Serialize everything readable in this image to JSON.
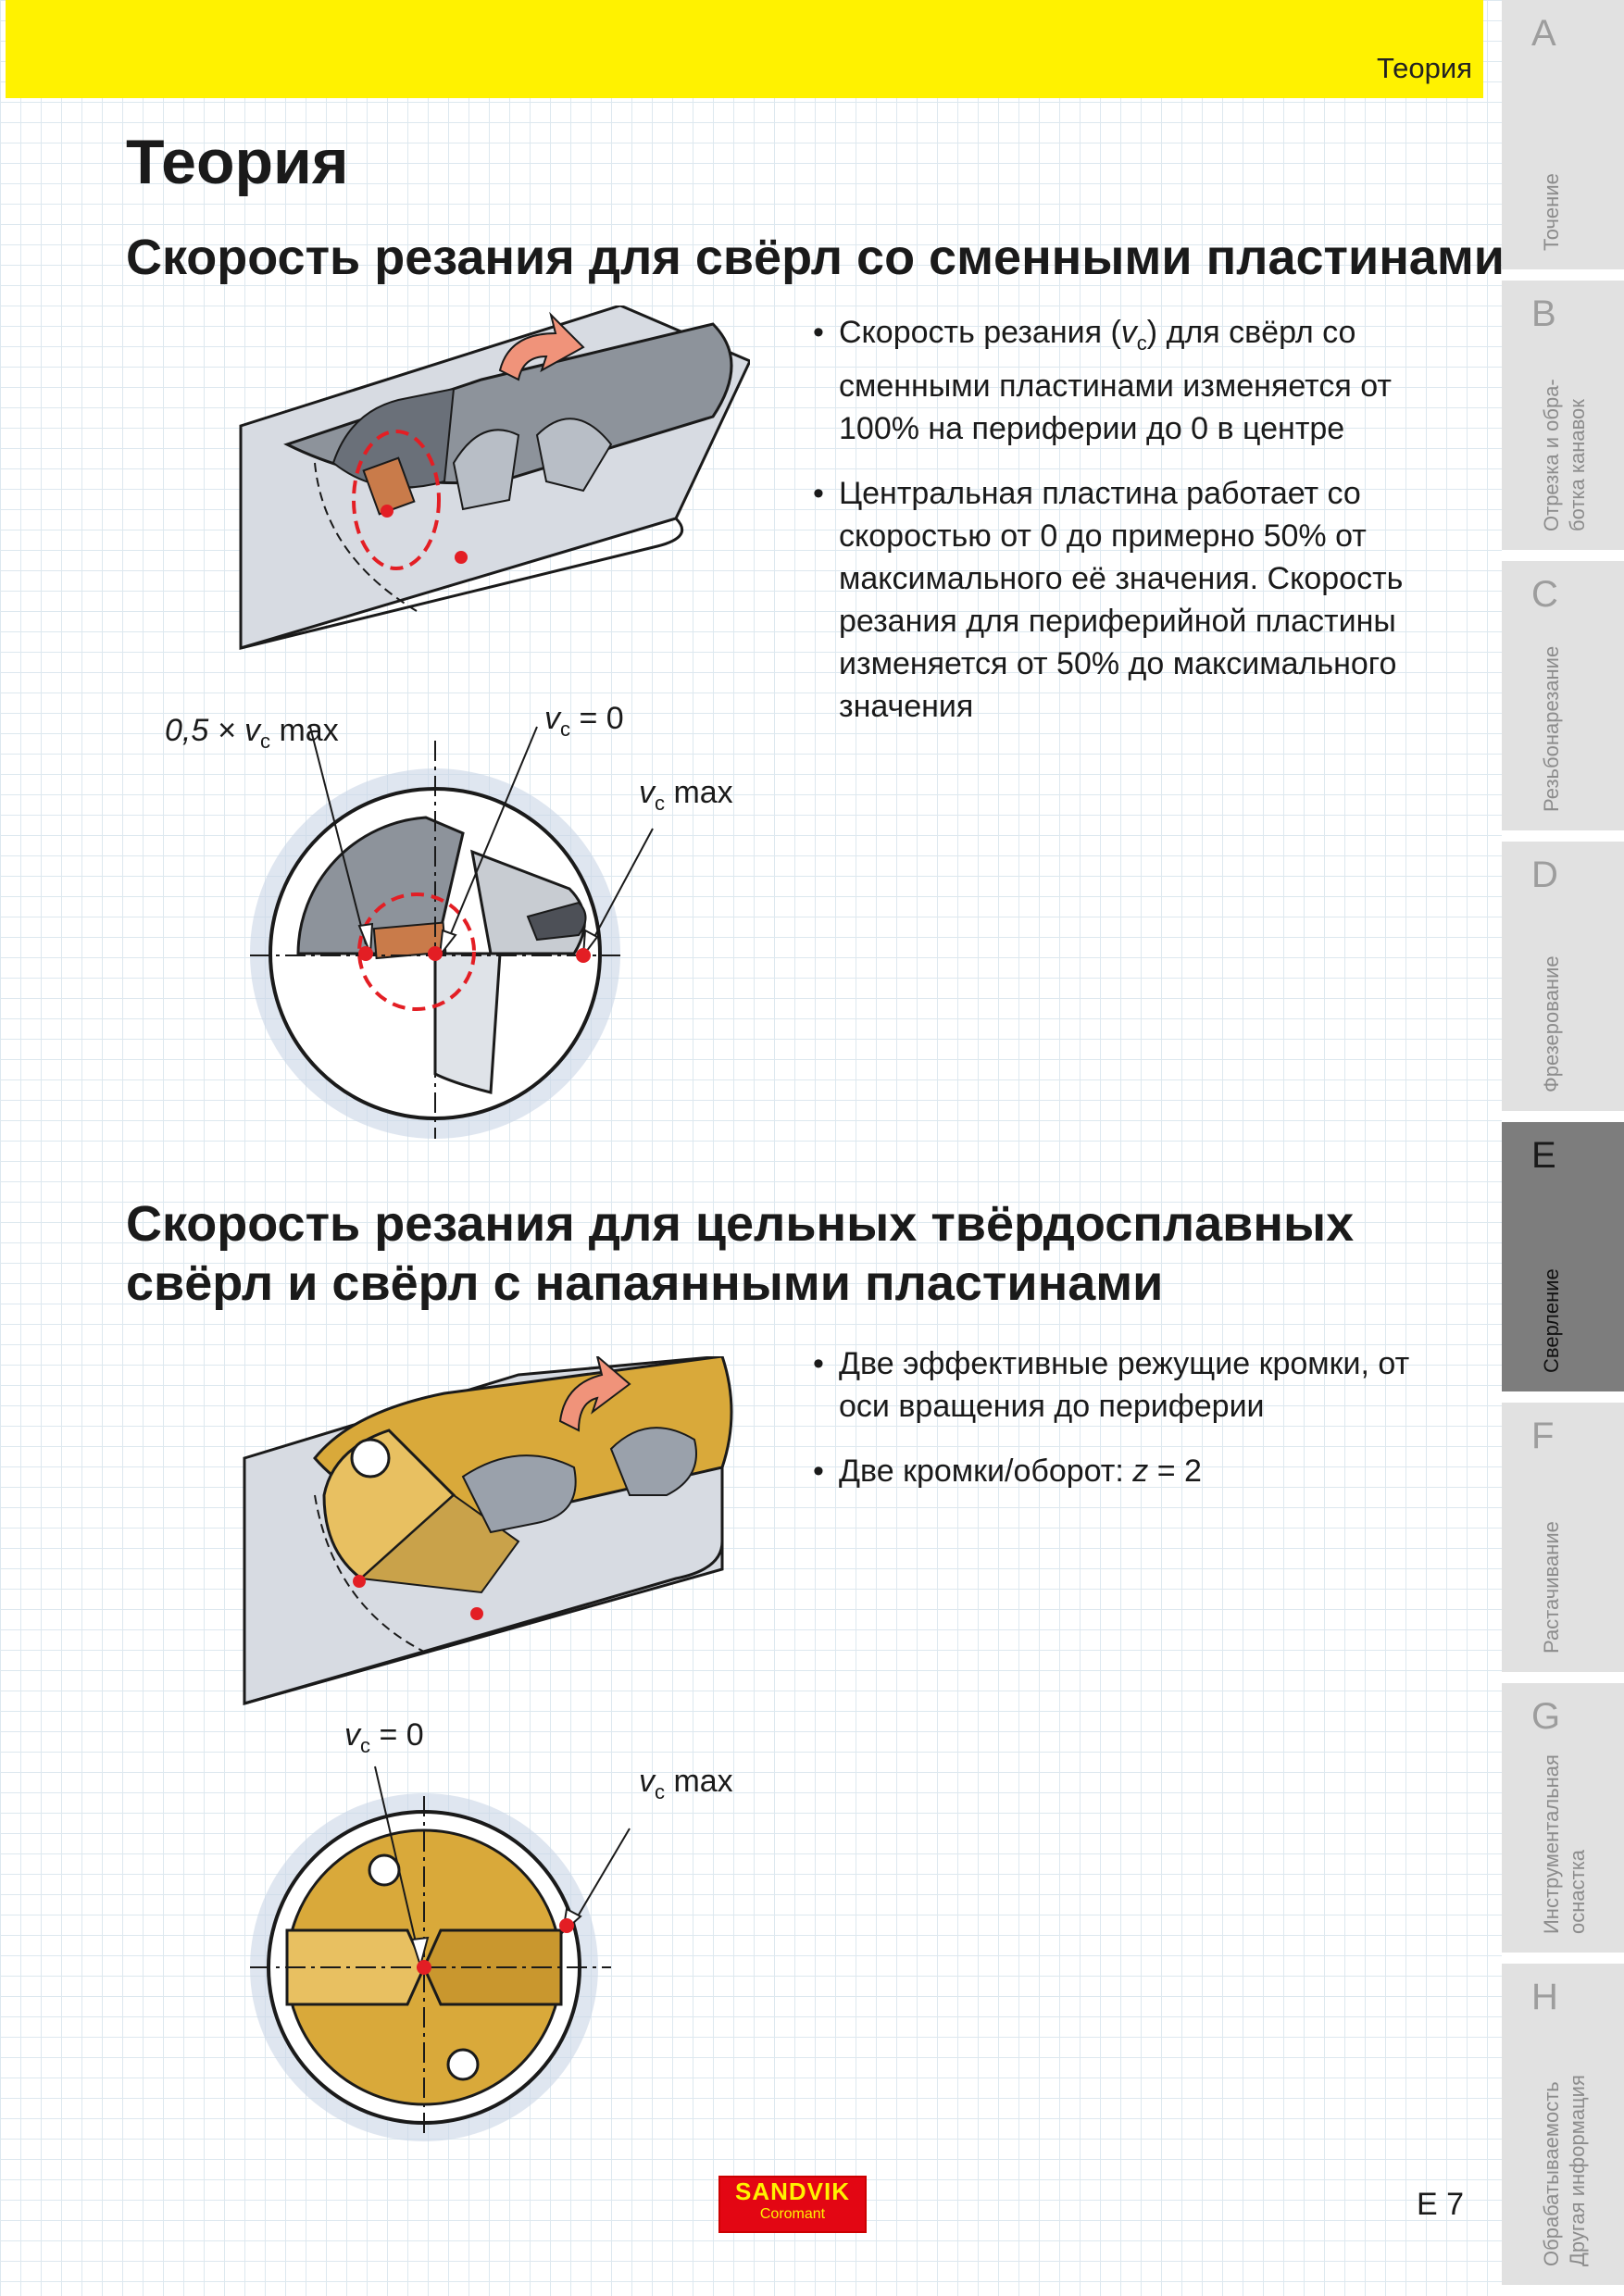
{
  "header": {
    "label": "Теория"
  },
  "page_title": "Теория",
  "section1": {
    "title": "Скорость резания для свёрл со сменными пластинами",
    "bullet1": {
      "pre": "Скорость резания (",
      "var": "v",
      "sub": "c",
      "post": ") для свёрл со сменными пластинами изменяется от 100% на периферии до 0 в центре"
    },
    "bullet2": "Центральная пластина работает со скоростью от 0 до примерно 50% от максимального её значения. Скорость резания для периферийной пластины изменяется от 50% до максимального значения",
    "labels": {
      "half": {
        "pre": "0,5 × ",
        "var": "v",
        "sub": "c",
        "post": " max"
      },
      "zero": {
        "var": "v",
        "sub": "c",
        "post": " = 0"
      },
      "max": {
        "var": "v",
        "sub": "c",
        "post": " max"
      }
    }
  },
  "section2": {
    "title_line1": "Скорость резания для цельных твёрдосплавных",
    "title_line2": "свёрл и свёрл с напаянными пластинами",
    "bullet1": "Две эффективные режущие кромки, от оси вращения до периферии",
    "bullet2": {
      "pre": "Две кромки/оборот: ",
      "var": "z",
      "post": " = 2"
    },
    "labels": {
      "zero": {
        "var": "v",
        "sub": "c",
        "post": " = 0"
      },
      "max": {
        "var": "v",
        "sub": "c",
        "post": " max"
      }
    }
  },
  "side_tabs": [
    {
      "letter": "A",
      "label": "Точение"
    },
    {
      "letter": "B",
      "label": "Отрезка и обра-\nботка канавок"
    },
    {
      "letter": "C",
      "label": "Резьбонарезание"
    },
    {
      "letter": "D",
      "label": "Фрезерование"
    },
    {
      "letter": "E",
      "label": "Сверление"
    },
    {
      "letter": "F",
      "label": "Растачивание"
    },
    {
      "letter": "G",
      "label": "Инструментальная\nоснастка"
    },
    {
      "letter": "H",
      "label": "Обрабатываемость\nДругая информация"
    }
  ],
  "active_tab": "E",
  "logo": {
    "line1": "SANDVIK",
    "line2": "Coromant"
  },
  "page_number": "E 7",
  "colors": {
    "header_yellow": "#fff200",
    "tab_grey": "#e1e1e1",
    "tab_active": "#7d7d7d",
    "marker_red": "#e31e24",
    "gold": "#d9a93a",
    "logo_red": "#e30613"
  }
}
